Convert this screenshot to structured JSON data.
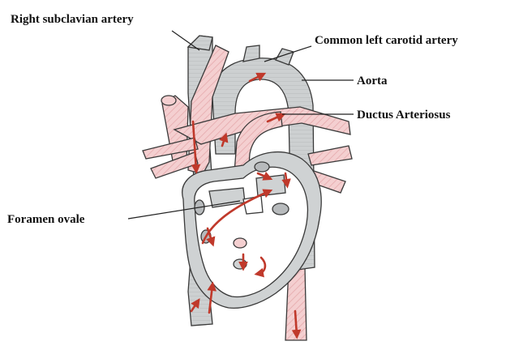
{
  "labels": {
    "right_subclavian": "Right subclavian artery",
    "common_left_carotid": "Common left carotid artery",
    "aorta": "Aorta",
    "ductus": "Ductus Arteriosus",
    "foramen": "Foramen ovale"
  },
  "colors": {
    "pink": "#f3c9cb",
    "gray": "#c9cccd",
    "arrow": "#c0392b",
    "outline": "#3a3a3a"
  }
}
